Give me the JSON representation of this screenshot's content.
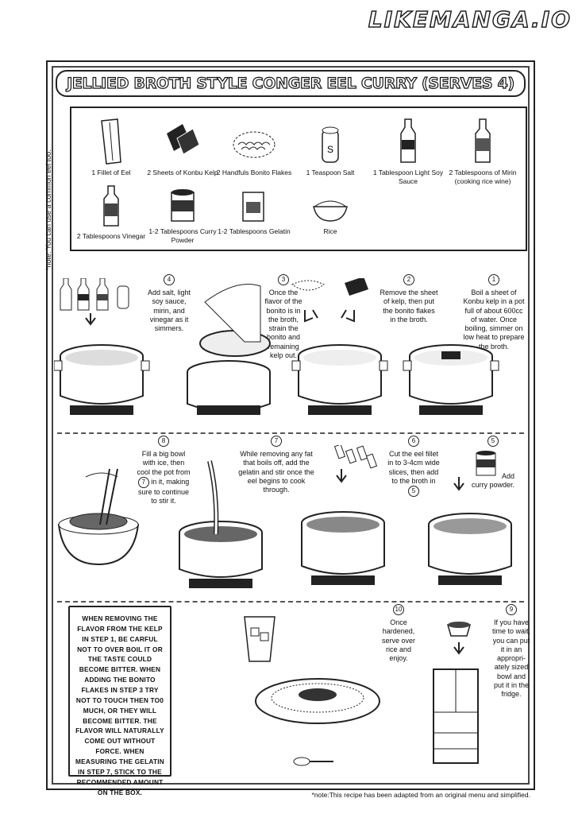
{
  "watermark": "LIKEMANGA.IO",
  "title": "JELLIED BROTH STYLE CONGER EEL CURRY (SERVES 4)",
  "side_note": "*note: You can use a common eel too.",
  "ingredients": [
    {
      "icon": "eel-fillet-icon",
      "label": "1 Fillet of Eel"
    },
    {
      "icon": "kelp-sheets-icon",
      "label": "2 Sheets of Konbu Kelp"
    },
    {
      "icon": "bonito-flakes-icon",
      "label": "2 Handfuls Bonito Flakes"
    },
    {
      "icon": "salt-shaker-icon",
      "label": "1 Teaspoon Salt"
    },
    {
      "icon": "soy-sauce-bottle-icon",
      "label": "1 Tablespoon Light Soy Sauce"
    },
    {
      "icon": "mirin-bottle-icon",
      "label": "2 Tablespoons of Mirin (cooking rice wine)"
    },
    {
      "icon": "vinegar-bottle-icon",
      "label": "2 Tablespoons Vinegar"
    },
    {
      "icon": "curry-powder-can-icon",
      "label": "1-2 Tablespoons Curry Powder"
    },
    {
      "icon": "gelatin-box-icon",
      "label": "1-2 Tablespoons Gelatin"
    },
    {
      "icon": "rice-bowl-icon",
      "label": "Rice"
    }
  ],
  "steps": {
    "s1": {
      "num": "1",
      "text": "Boil a sheet of Konbu kelp in a pot full of about 600cc of water. Once boiling, simmer on low heat to prepare the broth."
    },
    "s2": {
      "num": "2",
      "text": "Remove the sheet of kelp, then put the bonito flakes in the broth."
    },
    "s3": {
      "num": "3",
      "text": "Once the flavor of the bonito is in the broth, strain the bonito and remaining kelp out."
    },
    "s4": {
      "num": "4",
      "text": "Add salt, light soy sauce, mirin, and vinegar as it simmers."
    },
    "s5": {
      "num": "5",
      "text": "Add curry powder."
    },
    "s6": {
      "num": "6",
      "text": "Cut the eel fillet in to 3-4cm wide slices, then add to the broth in"
    },
    "s6_ref": "5",
    "s7": {
      "num": "7",
      "text": "While removing any fat that boils off, add the gelatin and stir once the eel begins to cook through."
    },
    "s8": {
      "num": "8",
      "text_a": "Fill a big bowl with ice, then cool the pot from",
      "ref": "7",
      "text_b": "in it, making sure to continue to stir it."
    },
    "s9": {
      "num": "9",
      "text": "If you have time to wait, you can put it in an appropri-ately sized bowl and put it in the fridge."
    },
    "s10": {
      "num": "10",
      "text": "Once hardened, serve over rice and enjoy."
    }
  },
  "tip": "WHEN REMOVING THE FLAVOR FROM THE KELP IN STEP 1, BE CARFUL NOT TO OVER BOIL IT OR THE TASTE COULD BECOME BITTER. WHEN ADDING THE BONITO FLAKES IN STEP 3 TRY NOT TO TOUCH THEN TO0 MUCH, OR THEY WILL BECOME BITTER. THE FLAVOR WILL NATURALLY COME OUT WITHOUT FORCE. WHEN MEASURING THE GELATIN IN STEP 7, STICK TO THE RECOMMENDED AMOUNT ON THE BOX.",
  "bottom_note": "*note:This recipe has been adapted from an original menu and simplified."
}
